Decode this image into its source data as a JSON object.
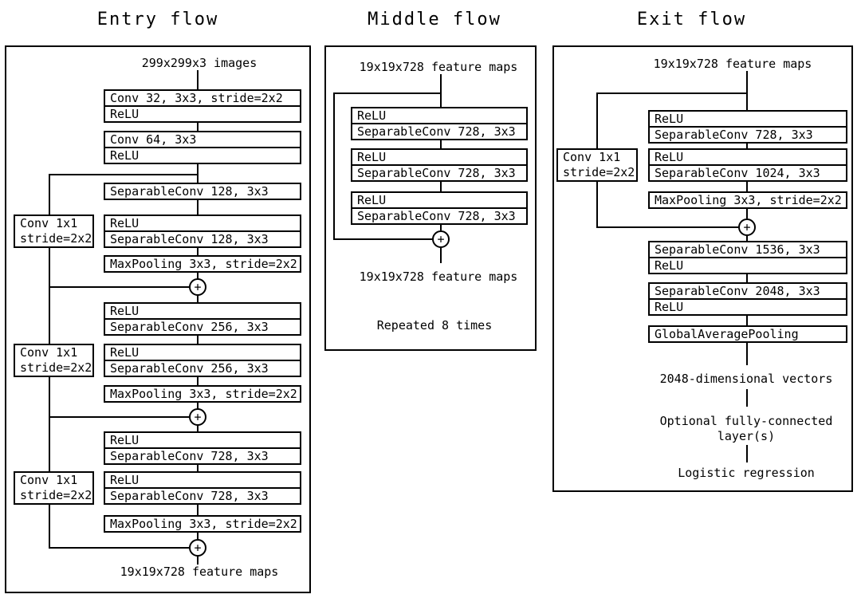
{
  "colors": {
    "line": "#000000",
    "background": "#ffffff",
    "text": "#000000"
  },
  "glyphs": {
    "plus": "+"
  },
  "entry": {
    "title": "Entry flow",
    "input_label": "299x299x3 images",
    "stack": [
      [
        "Conv 32, 3x3, stride=2x2",
        "ReLU"
      ],
      [
        "Conv 64, 3x3",
        "ReLU"
      ],
      [
        "SeparableConv 128, 3x3"
      ],
      [
        "ReLU",
        "SeparableConv 128, 3x3"
      ],
      [
        "MaxPooling 3x3, stride=2x2"
      ],
      [
        "ReLU",
        "SeparableConv 256, 3x3"
      ],
      [
        "ReLU",
        "SeparableConv 256, 3x3"
      ],
      [
        "MaxPooling 3x3, stride=2x2"
      ],
      [
        "ReLU",
        "SeparableConv 728, 3x3"
      ],
      [
        "ReLU",
        "SeparableConv 728, 3x3"
      ],
      [
        "MaxPooling 3x3, stride=2x2"
      ]
    ],
    "skips": [
      [
        "Conv 1x1",
        "stride=2x2"
      ],
      [
        "Conv 1x1",
        "stride=2x2"
      ],
      [
        "Conv 1x1",
        "stride=2x2"
      ]
    ],
    "output_label": "19x19x728 feature maps"
  },
  "middle": {
    "title": "Middle flow",
    "input_label": "19x19x728 feature maps",
    "stack": [
      [
        "ReLU",
        "SeparableConv 728, 3x3"
      ],
      [
        "ReLU",
        "SeparableConv 728, 3x3"
      ],
      [
        "ReLU",
        "SeparableConv 728, 3x3"
      ]
    ],
    "output_label": "19x19x728 feature maps",
    "note": "Repeated 8 times"
  },
  "exit": {
    "title": "Exit flow",
    "input_label": "19x19x728 feature maps",
    "stack": [
      [
        "ReLU",
        "SeparableConv 728, 3x3"
      ],
      [
        "ReLU",
        "SeparableConv 1024, 3x3"
      ],
      [
        "MaxPooling 3x3, stride=2x2"
      ],
      [
        "SeparableConv 1536, 3x3",
        "ReLU"
      ],
      [
        "SeparableConv 2048, 3x3",
        "ReLU"
      ],
      [
        "GlobalAveragePooling"
      ]
    ],
    "skip": [
      "Conv 1x1",
      "stride=2x2"
    ],
    "vectors_label": "2048-dimensional vectors",
    "fc_label": "Optional fully-connected layer(s)",
    "logistic_label": "Logistic regression"
  }
}
